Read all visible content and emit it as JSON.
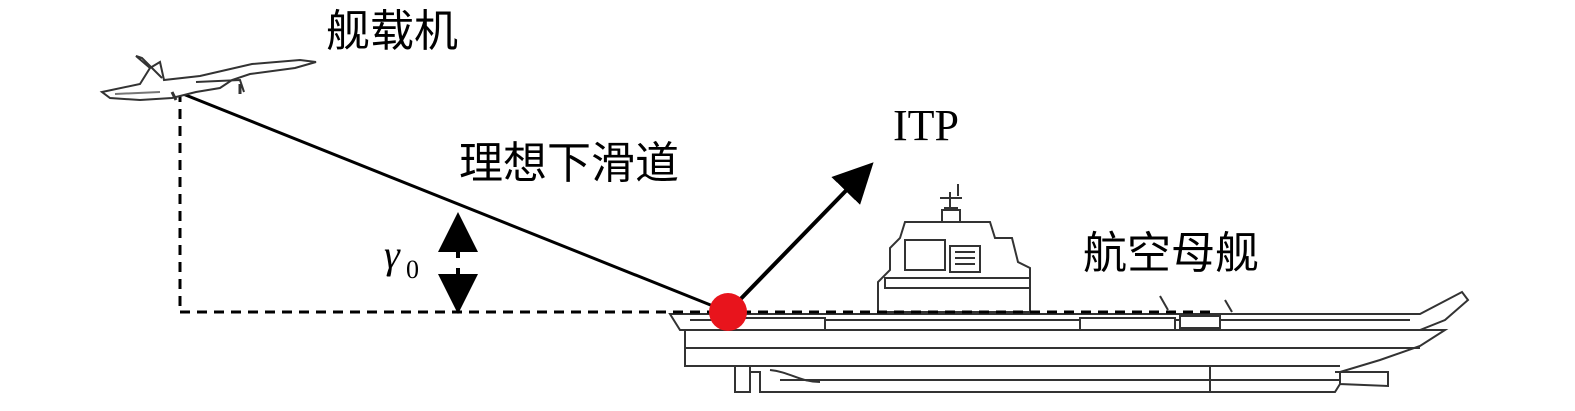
{
  "labels": {
    "aircraft": "舰载机",
    "glide_path": "理想下滑道",
    "itp": "ITP",
    "carrier": "航空母舰",
    "angle_symbol": "γ",
    "angle_subscript": "0"
  },
  "colors": {
    "touchdown_point": "#e8141c",
    "lines": "#000000"
  }
}
